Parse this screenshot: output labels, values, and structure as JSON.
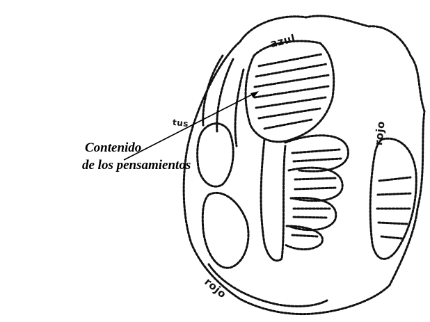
{
  "caption": {
    "line1": "Contenido",
    "line2": "de los pensamientos"
  },
  "handwritten_labels": {
    "top": "azul",
    "right": "rojo",
    "bottom": "rojo",
    "left": "tus"
  },
  "colors": {
    "ink": "#111111",
    "background": "#ffffff"
  }
}
